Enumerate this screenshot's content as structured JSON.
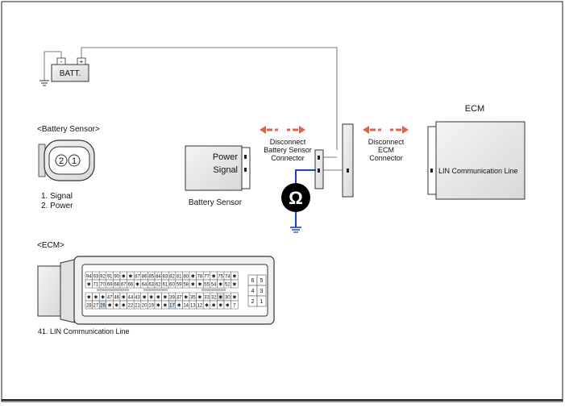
{
  "battery": {
    "label": "BATT.",
    "minus": "-",
    "plus": "+"
  },
  "battery_sensor_section": {
    "title": "<Battery Sensor>",
    "pins": [
      "2",
      "1"
    ],
    "legend": [
      "1. Signal",
      "2. Power"
    ]
  },
  "battery_sensor_box": {
    "label": "Battery Sensor",
    "power": "Power",
    "signal": "Signal"
  },
  "disconnect_sensor": {
    "lines": [
      "Disconnect",
      "Battery Sensor",
      "Connector"
    ]
  },
  "disconnect_ecm": {
    "lines": [
      "Disconnect",
      "ECM",
      "Connector"
    ]
  },
  "ecm_box": {
    "title": "ECM",
    "lin_label": "LIN Communication Line"
  },
  "meter": {
    "symbol": "Ω"
  },
  "ecm_section": {
    "title": "<ECM>",
    "row1": [
      "94",
      "93",
      "92",
      "91",
      "90",
      "✱",
      "✱",
      "87",
      "86",
      "85",
      "84",
      "83",
      "82",
      "81",
      "80",
      "✱",
      "78",
      "77",
      "✱",
      "75",
      "74",
      "✱"
    ],
    "row2": [
      "✱",
      "71",
      "70",
      "69",
      "68",
      "67",
      "66",
      "✱",
      "64",
      "63",
      "62",
      "61",
      "60",
      "59",
      "58",
      "✱",
      "✱",
      "55",
      "54",
      "✱",
      "52",
      "✱"
    ],
    "row3": [
      "✱",
      "✱",
      "✱",
      "47",
      "46",
      "✱",
      "44",
      "43",
      "✱",
      "✱",
      "✱",
      "✱",
      "39",
      "37",
      "✱",
      "35",
      "✱",
      "33",
      "32",
      "✱",
      "30",
      "✱"
    ],
    "row4": [
      "28",
      "27",
      "26",
      "✱",
      "✱",
      "✱",
      "22",
      "21",
      "20",
      "19",
      "✱",
      "✱",
      "17",
      "✱",
      "14",
      "13",
      "12",
      "✱",
      "✱",
      "✱",
      "✱",
      "7"
    ],
    "side_pins": [
      "6",
      "5",
      "4",
      "3",
      "2",
      "1"
    ],
    "note": "41. LIN Communication Line"
  },
  "colors": {
    "wire_blue": "#1f3fbf",
    "arrow_red": "#e8603c",
    "box_fill": "#e8e8e8"
  }
}
